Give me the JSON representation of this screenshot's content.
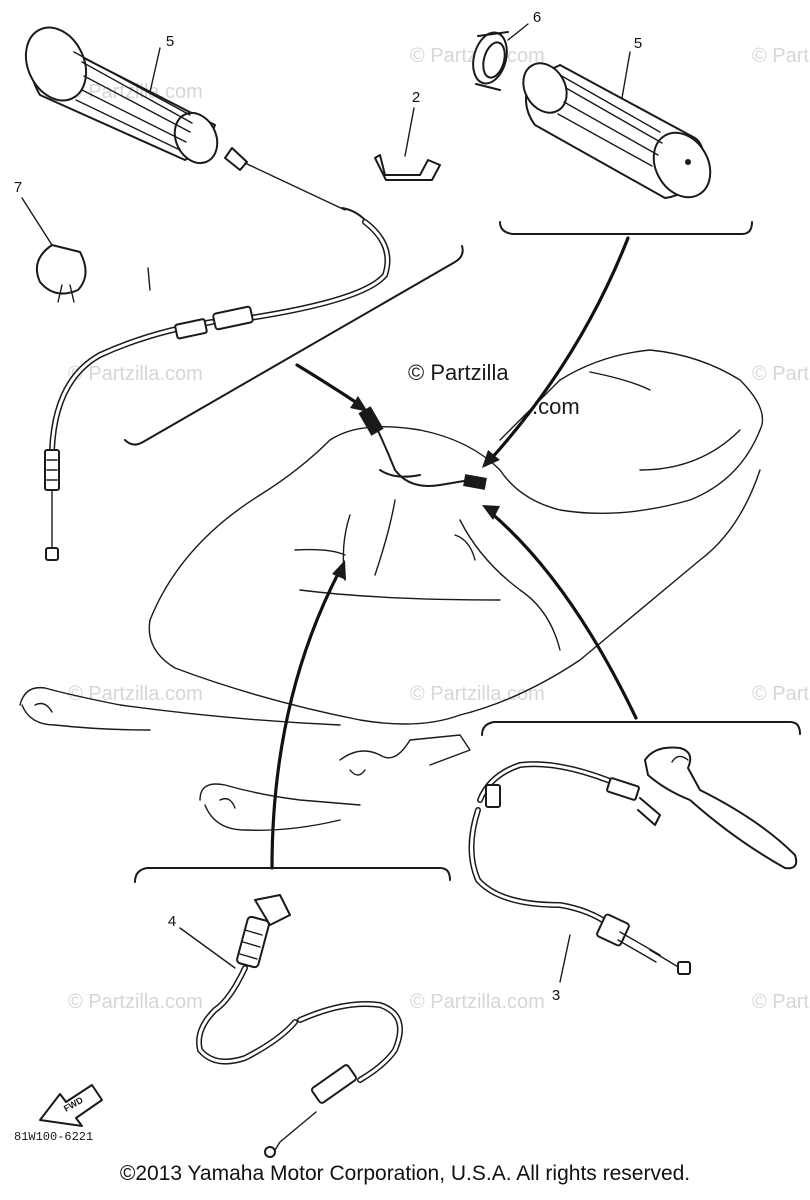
{
  "callouts": {
    "c1": "5",
    "c2": "2",
    "c3": "7",
    "c4": "6",
    "c5": "5",
    "c6": "4",
    "c7": "3"
  },
  "watermark": "© Partzilla.com",
  "center_mark": {
    "line1": "© Partzilla",
    "line2": ".com"
  },
  "fwd_label": "FWD",
  "diagram_code": "81W100-6221",
  "copyright": "©2013 Yamaha Motor Corporation, U.S.A. All rights reserved."
}
